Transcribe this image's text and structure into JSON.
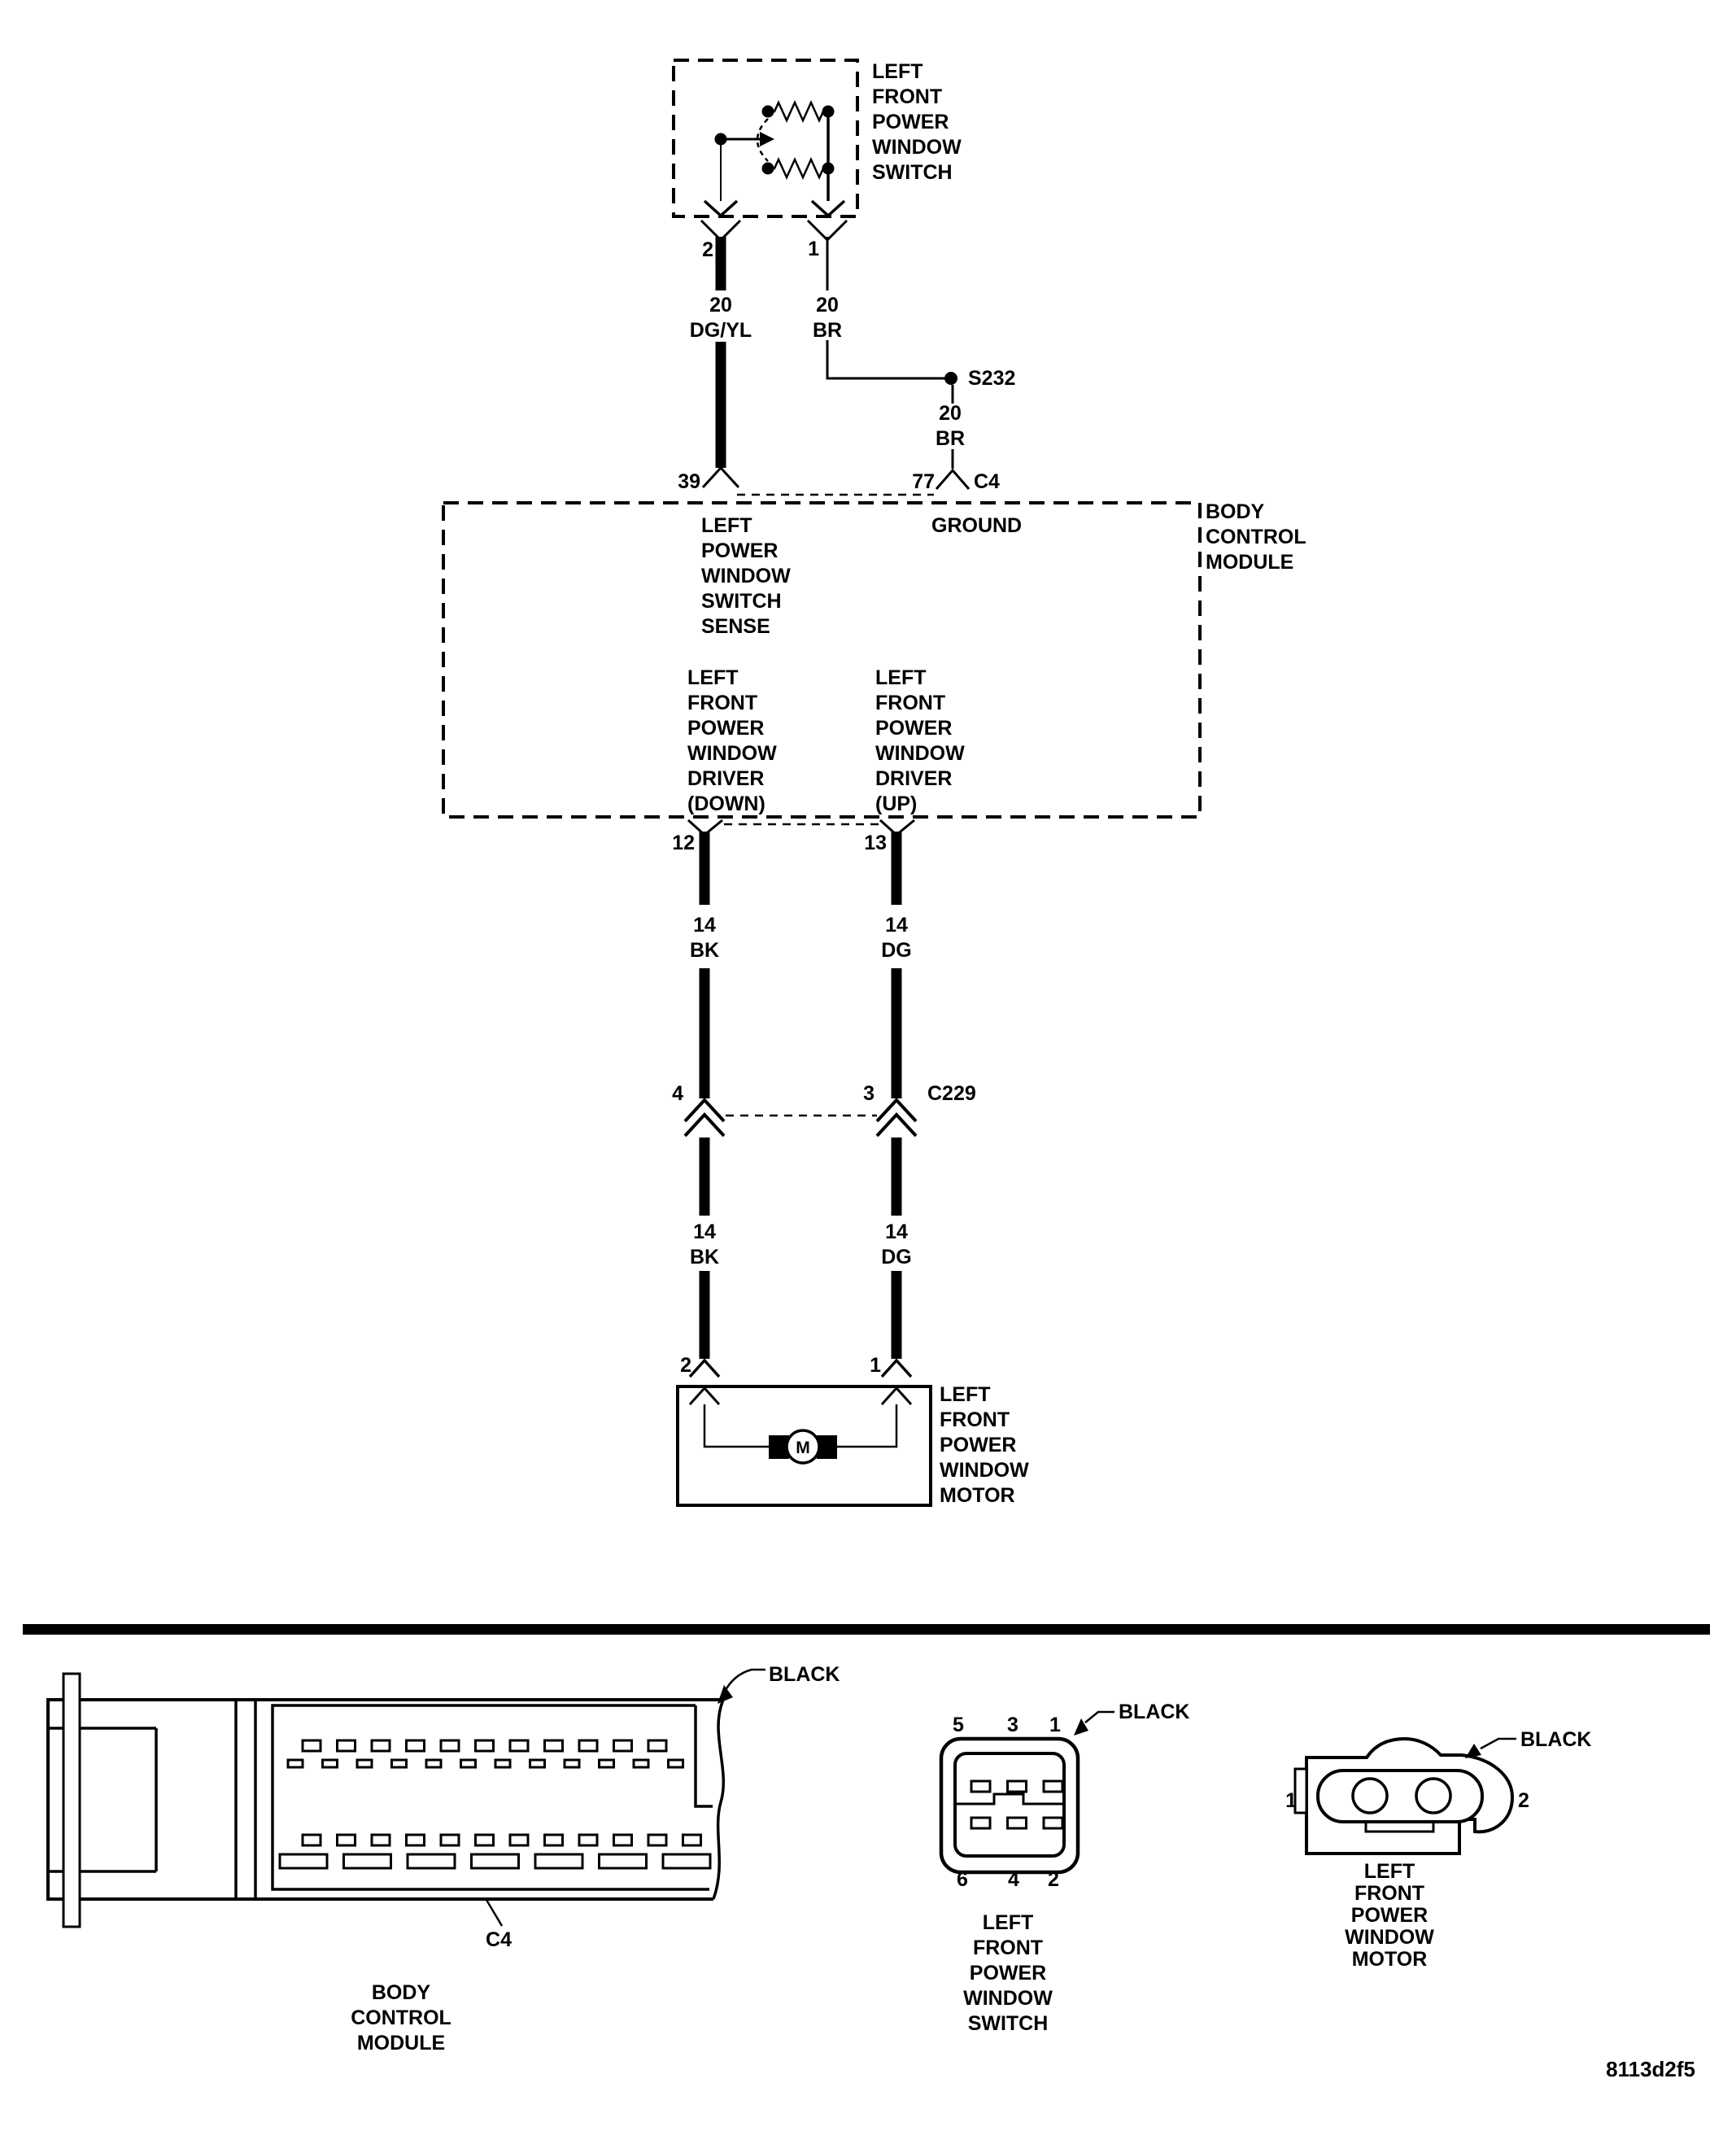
{
  "figure_id": "8113d2f5",
  "colors": {
    "ink": "#000000",
    "paper": "#ffffff"
  },
  "schematic": {
    "switch": {
      "name": [
        "LEFT",
        "FRONT",
        "POWER",
        "WINDOW",
        "SWITCH"
      ],
      "pin_left": "2",
      "pin_right": "1"
    },
    "wire_sense": {
      "gauge": "20",
      "code": "DG/YL"
    },
    "wire_ground_upper": {
      "gauge": "20",
      "code": "BR"
    },
    "splice": "S232",
    "wire_ground_lower": {
      "gauge": "20",
      "code": "BR"
    },
    "bcm": {
      "pin_sense": "39",
      "pin_ground": "77",
      "connector": "C4",
      "name": [
        "BODY",
        "CONTROL",
        "MODULE"
      ],
      "fn_sense": [
        "LEFT",
        "POWER",
        "WINDOW",
        "SWITCH",
        "SENSE"
      ],
      "fn_ground": "GROUND",
      "fn_down": [
        "LEFT",
        "FRONT",
        "POWER",
        "WINDOW",
        "DRIVER",
        "(DOWN)"
      ],
      "fn_up": [
        "LEFT",
        "FRONT",
        "POWER",
        "WINDOW",
        "DRIVER",
        "(UP)"
      ],
      "pin_down": "12",
      "pin_up": "13"
    },
    "wire_down_upper": {
      "gauge": "14",
      "code": "BK"
    },
    "wire_up_upper": {
      "gauge": "14",
      "code": "DG"
    },
    "c229": {
      "pin_left": "4",
      "pin_right": "3",
      "label": "C229"
    },
    "wire_down_lower": {
      "gauge": "14",
      "code": "BK"
    },
    "wire_up_lower": {
      "gauge": "14",
      "code": "DG"
    },
    "motor": {
      "pin_left": "2",
      "pin_right": "1",
      "symbol": "M",
      "name": [
        "LEFT",
        "FRONT",
        "POWER",
        "WINDOW",
        "MOTOR"
      ]
    }
  },
  "connector_views": {
    "bcm": {
      "color": "BLACK",
      "connector": "C4",
      "name": [
        "BODY",
        "CONTROL",
        "MODULE"
      ]
    },
    "switch": {
      "color": "BLACK",
      "pins_top": [
        "5",
        "3",
        "1"
      ],
      "pins_bottom": [
        "6",
        "4",
        "2"
      ],
      "name": [
        "LEFT",
        "FRONT",
        "POWER",
        "WINDOW",
        "SWITCH"
      ]
    },
    "motor": {
      "color": "BLACK",
      "pin_left": "1",
      "pin_right": "2",
      "name": [
        "LEFT",
        "FRONT",
        "POWER",
        "WINDOW",
        "MOTOR"
      ]
    }
  }
}
